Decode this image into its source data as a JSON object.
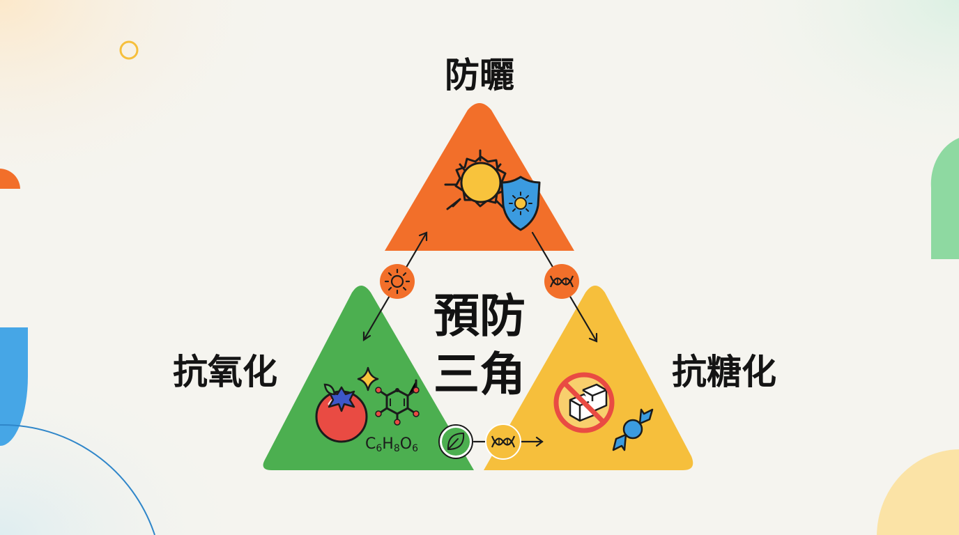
{
  "labels": {
    "top": "防曬",
    "left": "抗氧化",
    "right": "抗糖化"
  },
  "center": {
    "line1": "預防",
    "line2": "三角"
  },
  "formula": {
    "c": "C",
    "c_sub": "6",
    "h": "H",
    "h_sub": "8",
    "o": "O",
    "o_sub": "6"
  },
  "colors": {
    "orange": "#f26f2a",
    "green": "#4caf50",
    "yellow": "#f6bf3c",
    "blue": "#3b9be0",
    "background": "#f5f4ef"
  },
  "icons": {
    "top": [
      "sun-icon",
      "shield-icon"
    ],
    "left": [
      "tomato-icon",
      "sparkle-icon",
      "molecule-icon"
    ],
    "right": [
      "no-sugar-icon",
      "candy-icon"
    ],
    "connectors": [
      "sun-badge-icon",
      "dna-badge-icon",
      "leaf-badge-icon",
      "dna-badge-icon"
    ]
  }
}
